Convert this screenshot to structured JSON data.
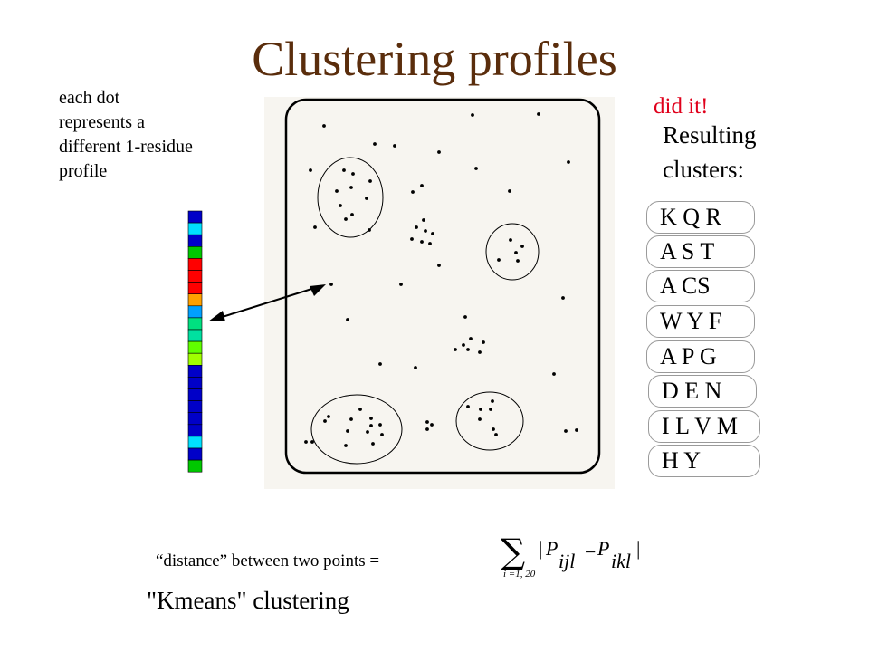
{
  "title": "Clustering profiles",
  "note_lines": [
    "each dot",
    "represents a",
    "different 1-residue",
    "profile"
  ],
  "status": "did it!",
  "result_lines": [
    "Resulting",
    "clusters:"
  ],
  "clusters": [
    "K Q R",
    "A S T",
    "A CS",
    "W Y F",
    "A P G",
    "D E N",
    "I L V M",
    "H Y"
  ],
  "distance_label": "“distance” between two points =",
  "formula": {
    "sum_symbol": "∑",
    "subscript": "i =1, 20",
    "term_a": "P",
    "sub_a": "ijl",
    "minus": "−",
    "term_b": "P",
    "sub_b": "ikl"
  },
  "method_label": "\"Kmeans\"  clustering",
  "profile_colors": [
    "#0000c8",
    "#00e0ff",
    "#0000c8",
    "#00c800",
    "#ff0000",
    "#ff0000",
    "#ff0000",
    "#ffa000",
    "#00a0ff",
    "#00e080",
    "#00e0a0",
    "#60ff00",
    "#a0ff00",
    "#0000c8",
    "#0000c8",
    "#0000c8",
    "#0000c8",
    "#0000c8",
    "#0000c8",
    "#00e0ff",
    "#0000c8",
    "#00c800"
  ],
  "colors": {
    "title": "#5a2d0c",
    "status": "#e0001b",
    "panel_fill": "#f7f5f0"
  }
}
